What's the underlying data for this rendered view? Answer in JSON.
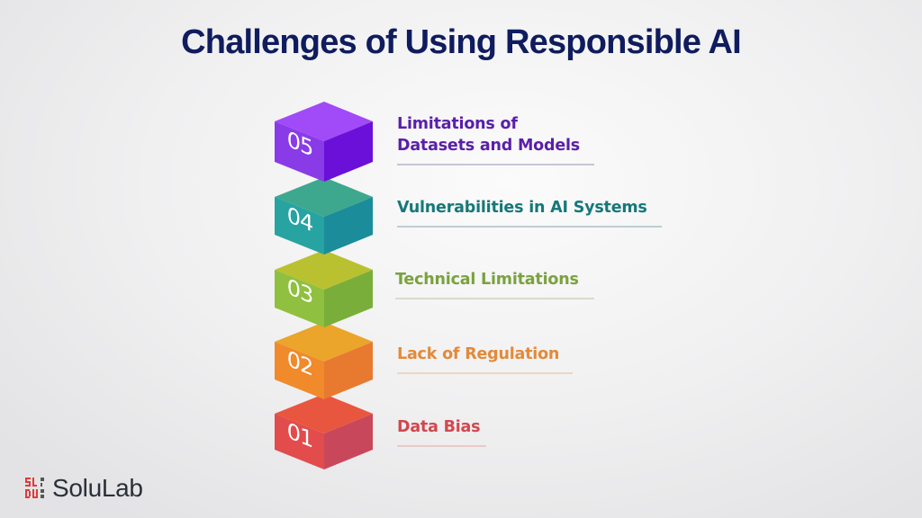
{
  "title": "Challenges of Using Responsible AI",
  "cubes": [
    {
      "number": "05",
      "label": "Limitations of",
      "label2": "Datasets and Models",
      "text_color": "#5a1fa8",
      "line_color": "#c9c4d8",
      "top": "#a14af7",
      "left": "#8a3be8",
      "right": "#6a10d8"
    },
    {
      "number": "04",
      "label": "Vulnerabilities in AI Systems",
      "label2": "",
      "text_color": "#16787a",
      "line_color": "#bfcdd3",
      "top": "#3da88e",
      "left": "#27a3a2",
      "right": "#1b8c9a"
    },
    {
      "number": "03",
      "label": "Technical Limitations",
      "label2": "",
      "text_color": "#7aa23e",
      "line_color": "#d8dccb",
      "top": "#b9c131",
      "left": "#8fc03f",
      "right": "#7aae3a"
    },
    {
      "number": "02",
      "label": "Lack of Regulation",
      "label2": "",
      "text_color": "#e38a3a",
      "line_color": "#ecd6c6",
      "top": "#eaa52a",
      "left": "#f08a2a",
      "right": "#e87a30"
    },
    {
      "number": "01",
      "label": "Data Bias",
      "label2": "",
      "text_color": "#d2474e",
      "line_color": "#ecc9c9",
      "top": "#e9563f",
      "left": "#e24c4c",
      "right": "#c9475a"
    }
  ],
  "brand": {
    "name": "SoluLab",
    "mark_color": "#e13a3a"
  }
}
